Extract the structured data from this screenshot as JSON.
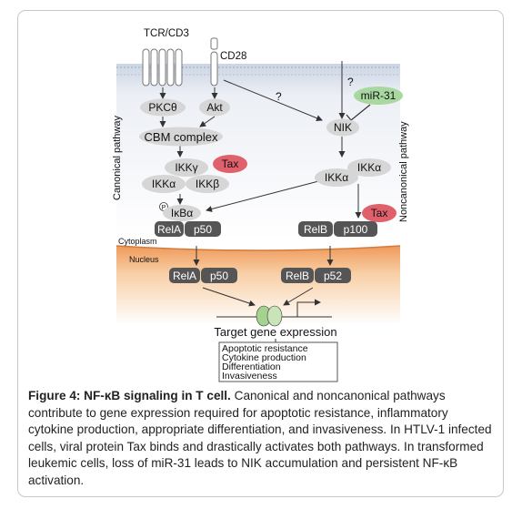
{
  "receptors": {
    "tcr": "TCR/CD3",
    "cd28": "CD28"
  },
  "canonical": {
    "side_label": "Canonical pathway",
    "question": "?",
    "pkc": "PKCθ",
    "akt": "Akt",
    "cbm": "CBM complex",
    "ikk_gamma": "IKKγ",
    "tax": "Tax",
    "ikk_alpha": "IKKα",
    "ikk_beta": "IKKβ",
    "phospho": "P",
    "ikb": "IκBα",
    "rela": "RelA",
    "p50": "p50"
  },
  "noncanonical": {
    "side_label": "Noncanonical pathway",
    "question": "?",
    "mir31": "miR-31",
    "nik": "NIK",
    "ikk_a1": "IKKα",
    "ikk_a2": "IKKα",
    "tax": "Tax",
    "relb": "RelB",
    "p100": "p100"
  },
  "compartments": {
    "cytoplasm": "Cytoplasm",
    "nucleus": "Nucleus"
  },
  "nucleus": {
    "rela": "RelA",
    "p50": "p50",
    "relb": "RelB",
    "p52": "p52",
    "target": "Target gene expression",
    "outcomes": [
      "Apoptotic resistance",
      "Cytokine production",
      "Differentiation",
      "Invasiveness"
    ]
  },
  "caption": {
    "bold": "Figure 4: NF-κB signaling in T cell.",
    "text": " Canonical and noncanonical pathways contribute to gene expression required for apoptotic resistance, inflammatory cytokine production, appropriate differentiation, and invasiveness. In HTLV-1 infected cells, viral protein Tax binds and drastically activates both pathways. In transformed leukemic cells, loss of miR-31 leads to NIK accumulation and persistent NF-κB activation."
  },
  "colors": {
    "oval_gray": "#d6d6d6",
    "dark_box": "#555555",
    "tax_red": "#e0616b",
    "mir_green": "#a8d8a0",
    "membrane": "#d2d9e7",
    "nucleus_orange": "#f2a56a"
  }
}
